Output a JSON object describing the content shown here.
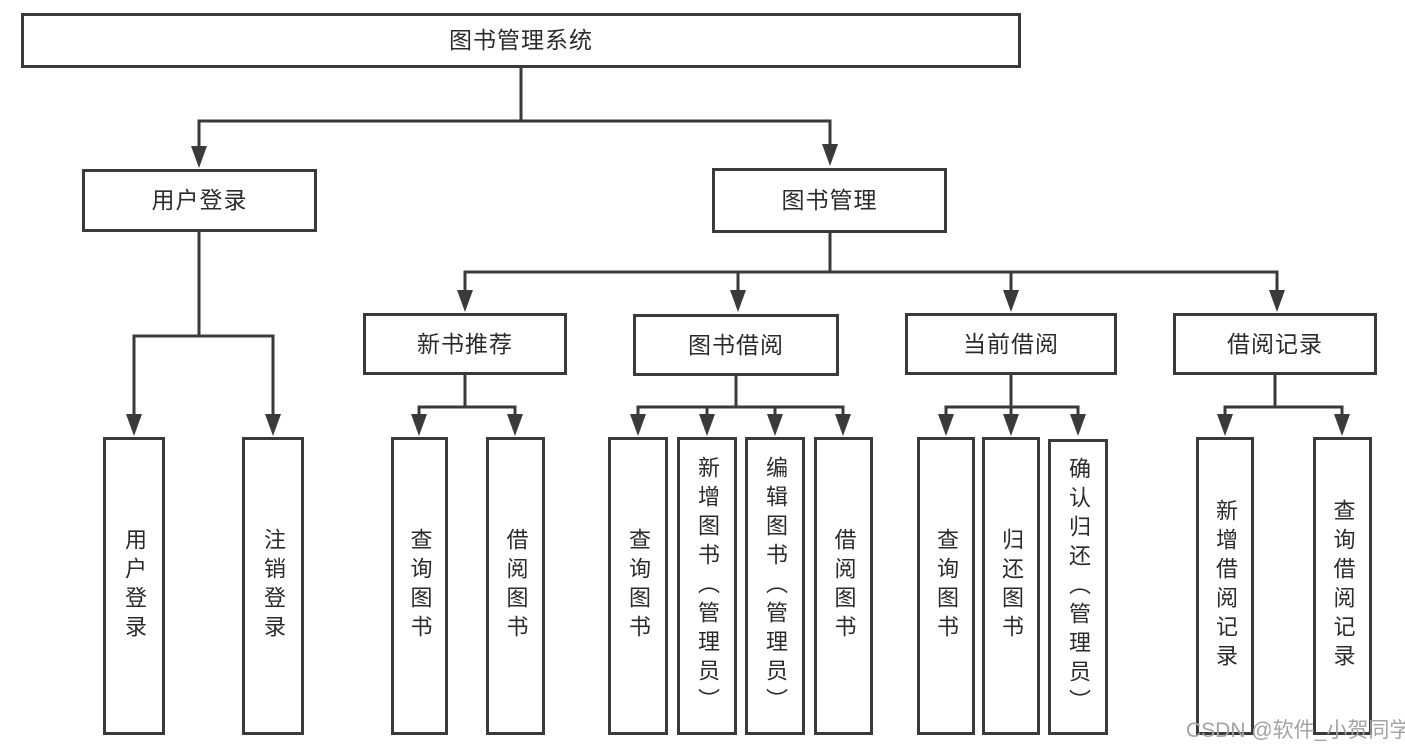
{
  "colors": {
    "line": "#3a3a3a",
    "text": "#2b2b2b",
    "watermark": "#a3a3a3",
    "background": "#ffffff"
  },
  "watermark": {
    "text": "CSDN @软件_小贺同学"
  },
  "nodes": {
    "root": "图书管理系统",
    "userLogin": "用户登录",
    "bookMgmt": "图书管理",
    "newBooks": "新书推荐",
    "bookBorrow": "图书借阅",
    "currentBorrow": "当前借阅",
    "borrowRecords": "借阅记录",
    "leafUserLogin": "用户登录",
    "leafLogout": "注销登录",
    "leafNbQuery": "查询图书",
    "leafNbBorrow": "借阅图书",
    "leafBwQuery": "查询图书",
    "leafBwAdd": "新增图书（管理员）",
    "leafBwEdit": "编辑图书（管理员）",
    "leafBwBorrow": "借阅图书",
    "leafCurQuery": "查询图书",
    "leafCurReturn": "归还图书",
    "leafCurConfirm": "确认归还（管理员）",
    "leafRecAdd": "新增借阅记录",
    "leafRecQuery": "查询借阅记录"
  }
}
